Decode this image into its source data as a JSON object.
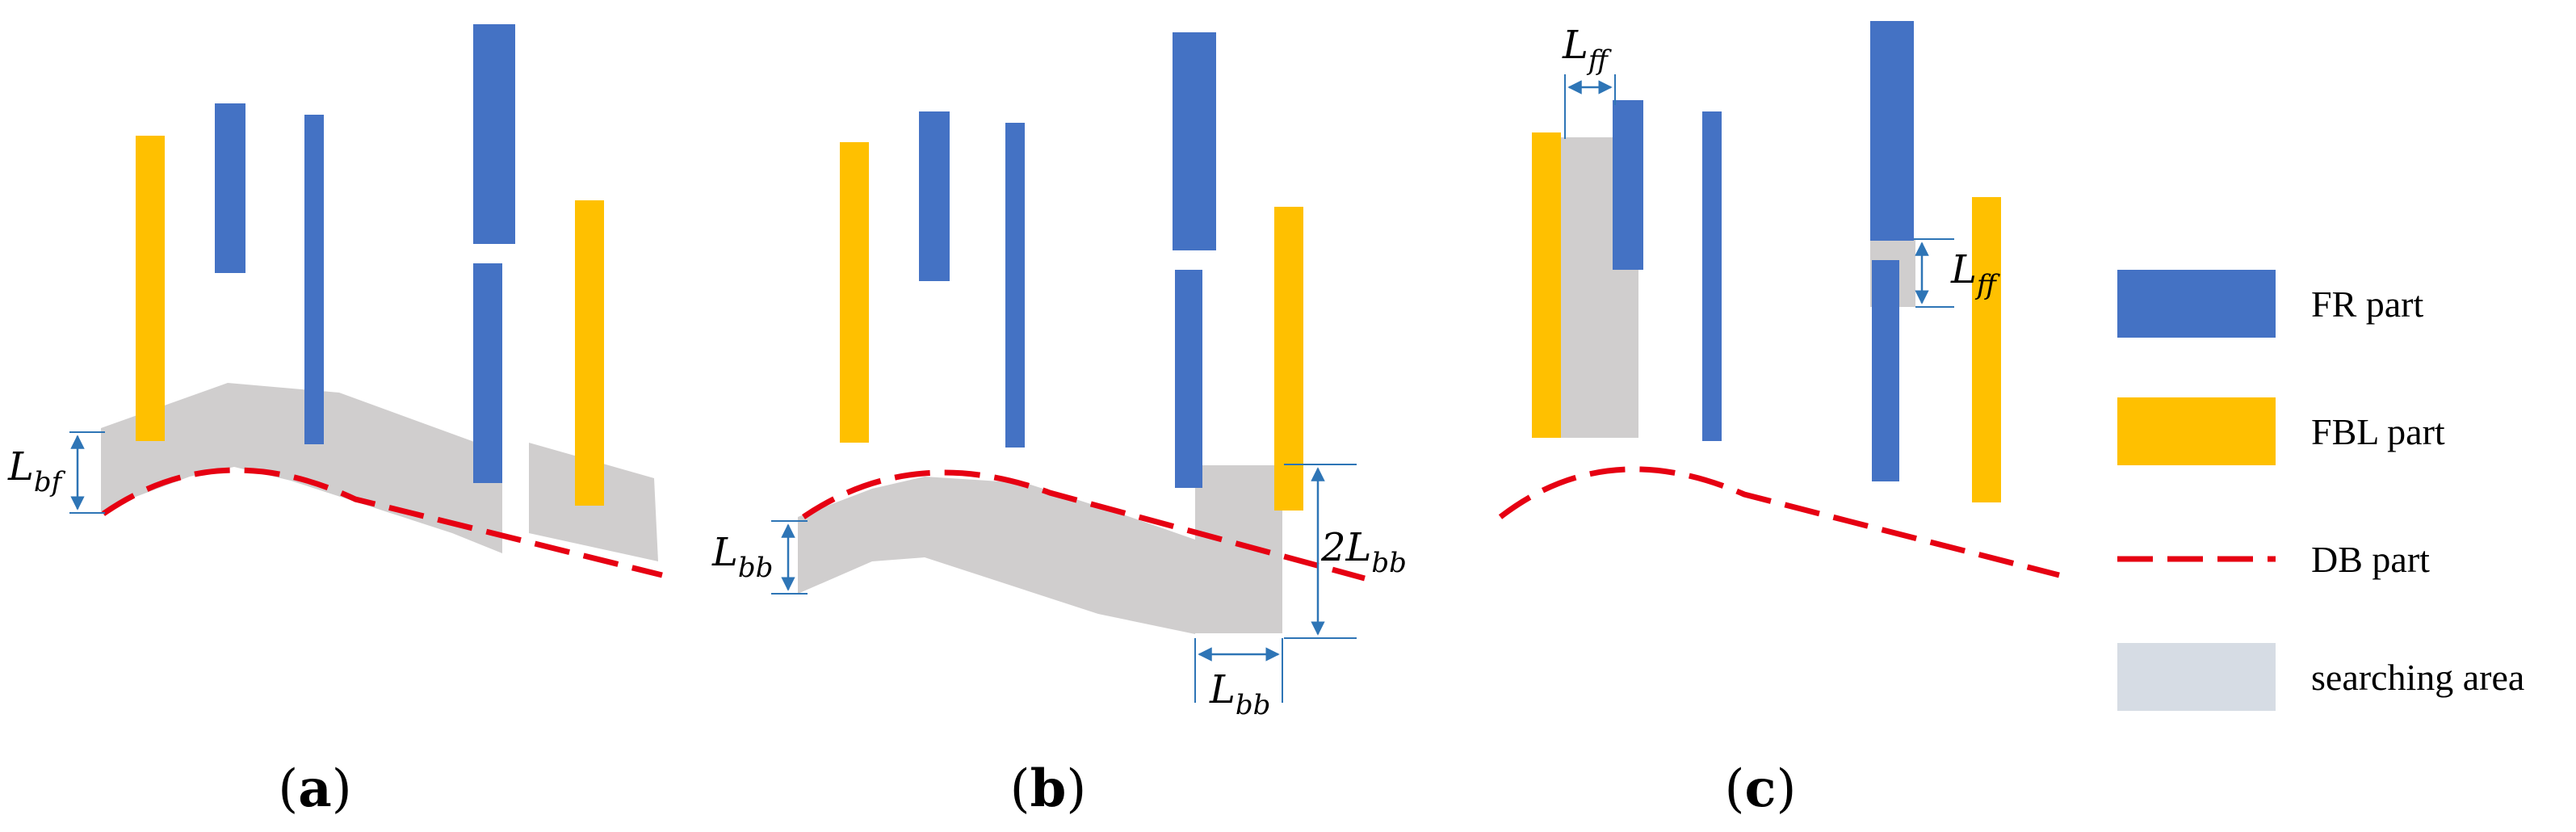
{
  "colors": {
    "fr": "#4472C4",
    "fbl": "#FFC000",
    "db": "#E60012",
    "search": "#D0CECE",
    "search_legend": "#D6DCE4",
    "dim": "#2E75B6"
  },
  "panels": [
    {
      "label_open": "(",
      "label_letter": "a",
      "label_close": ")"
    },
    {
      "label_open": "(",
      "label_letter": "b",
      "label_close": ")"
    },
    {
      "label_open": "(",
      "label_letter": "c",
      "label_close": ")"
    }
  ],
  "dimensions": {
    "a_bf": {
      "main": "L",
      "sub": "bf"
    },
    "b_bb_left": {
      "main": "L",
      "sub": "bb"
    },
    "b_bb_right": {
      "main": "2L",
      "sub": "bb"
    },
    "b_bb_bottom": {
      "main": "L",
      "sub": "bb"
    },
    "c_ff_top": {
      "main": "L",
      "sub": "ff"
    },
    "c_ff_right": {
      "main": "L",
      "sub": "ff"
    }
  },
  "legend": [
    {
      "label": "FR part",
      "icon": "blue-rect"
    },
    {
      "label": "FBL part",
      "icon": "yellow-rect"
    },
    {
      "label": "DB part",
      "icon": "red-dash"
    },
    {
      "label": "searching area",
      "icon": "gray-rect"
    }
  ]
}
